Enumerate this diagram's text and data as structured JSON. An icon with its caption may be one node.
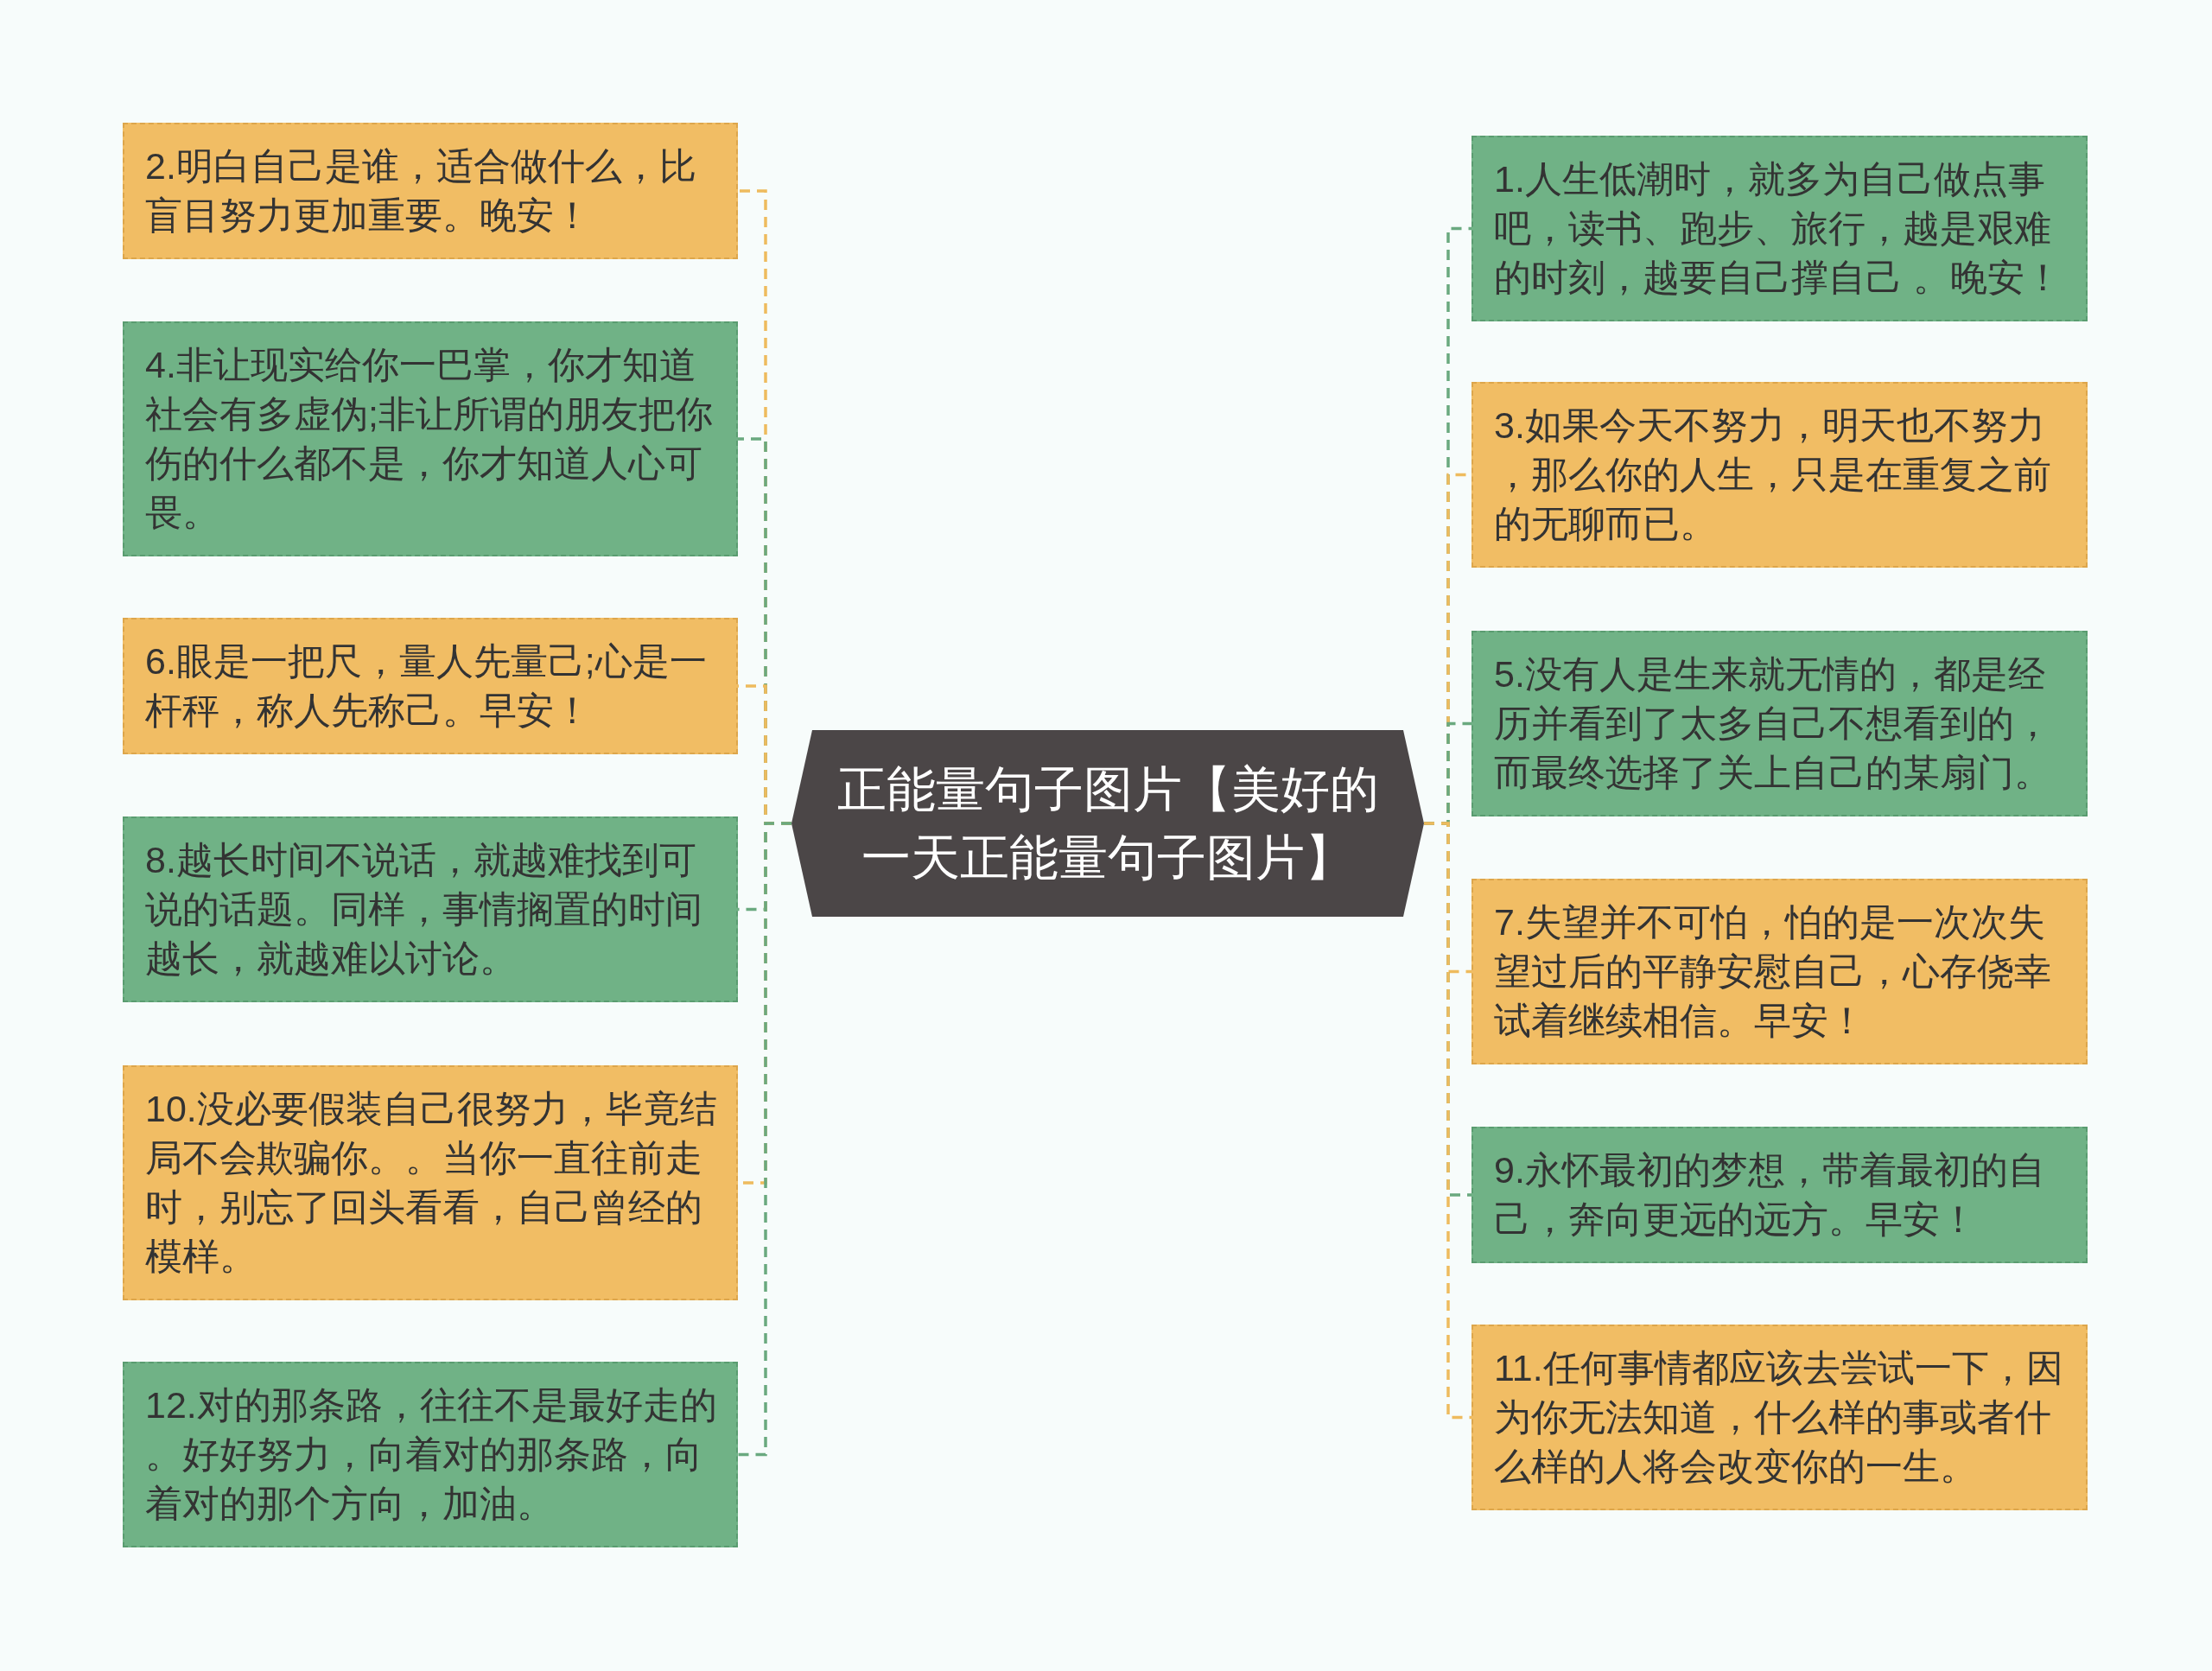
{
  "diagram": {
    "nodes": [
      {
        "text": [
          "正能量句子图片【美好的一天正能量句子图片】"
        ]
      },
      {
        "text": [
          "1.人生低潮时，就多为自己做点事吧，读书、跑步、旅行，越是艰难的时刻，越要自己撑自己 。晚安！"
        ]
      },
      {
        "text": [
          "2.明白自己是谁，适合做什么，比盲目努力更加重要。晚安！"
        ]
      },
      {
        "text": [
          "3.如果今天不努力，明天也不努力，那么你的人生，只是在重复之前的无聊而已。"
        ]
      },
      {
        "text": [
          "4.非让现实给你一巴掌，你才知道社会有多虚伪;非让所谓的朋友把你伤的什么都不是，你才知道人心可畏。"
        ]
      },
      {
        "text": [
          "5.没有人是生来就无情的，都是经历并看到了太多自己不想看到的，而最终选择了关上自己的某扇门。"
        ]
      },
      {
        "text": [
          "6.眼是一把尺，量人先量己;心是一杆秤，称人先称己。早安！"
        ]
      },
      {
        "text": [
          "7.失望并不可怕，怕的是一次次失望过后的平静安慰自己，心存侥幸试着继续相信。早安！"
        ]
      },
      {
        "text": [
          "8.越长时间不说话，就越难找到可说的话题。同样，事情搁置的时间越长，就越难以讨论。"
        ]
      },
      {
        "text": [
          "9.永怀最初的梦想，带着最初的自己，奔向更远的远方。早安！"
        ]
      },
      {
        "text": [
          "10.没必要假装自己很努力，毕竟结局不会欺骗你。。当你一直往前走时，别忘了回头看看，自己曾经的模样。"
        ]
      },
      {
        "text": [
          "11.任何事情都应该去尝试一下，因为你无法知道，什么样的事或者什么样的人将会改变你的一生。"
        ]
      },
      {
        "text": [
          "12.对的那条路，往往不是最好走的。好好努力，向着对的那条路，向着对的那个方向，加油。"
        ]
      }
    ],
    "edges": [
      {
        "from": 0,
        "to": 1,
        "arrow": "none",
        "style": "dashed",
        "color": "#6aa97f"
      },
      {
        "from": 0,
        "to": 2,
        "arrow": "none",
        "style": "dashed",
        "color": "#eebb5e"
      },
      {
        "from": 0,
        "to": 3,
        "arrow": "none",
        "style": "dashed",
        "color": "#eebb5e"
      },
      {
        "from": 0,
        "to": 4,
        "arrow": "none",
        "style": "dashed",
        "color": "#6aa97f"
      },
      {
        "from": 0,
        "to": 5,
        "arrow": "none",
        "style": "dashed",
        "color": "#6aa97f"
      },
      {
        "from": 0,
        "to": 6,
        "arrow": "none",
        "style": "dashed",
        "color": "#eebb5e"
      },
      {
        "from": 0,
        "to": 7,
        "arrow": "none",
        "style": "dashed",
        "color": "#eebb5e"
      },
      {
        "from": 0,
        "to": 8,
        "arrow": "none",
        "style": "dashed",
        "color": "#6aa97f"
      },
      {
        "from": 0,
        "to": 9,
        "arrow": "none",
        "style": "dashed",
        "color": "#6aa97f"
      },
      {
        "from": 0,
        "to": 10,
        "arrow": "none",
        "style": "dashed",
        "color": "#eebb5e"
      },
      {
        "from": 0,
        "to": 11,
        "arrow": "none",
        "style": "dashed",
        "color": "#eebb5e"
      },
      {
        "from": 0,
        "to": 12,
        "arrow": "none",
        "style": "dashed",
        "color": "#6aa97f"
      }
    ]
  }
}
